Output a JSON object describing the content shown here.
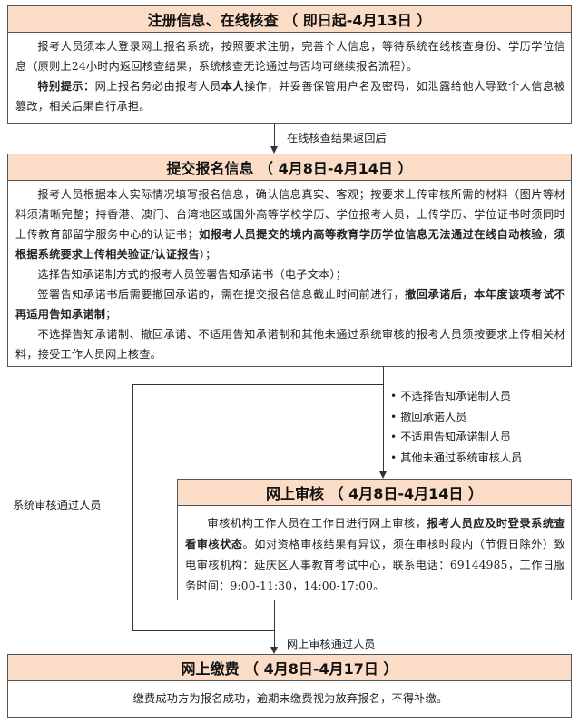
{
  "step1": {
    "title": "注册信息、在线核查 （ 即日起-4月13日 ）",
    "p1": "报考人员须本人登录网上报名系统，按照要求注册，完善个人信息，等待系统在线核查身份、学历学位信息（原则上24小时内返回核查结果，系统核查无论通过与否均可继续报名流程）。",
    "p2_bold1": "特别提示：",
    "p2_text1": "网上报名务必由报考人员",
    "p2_bold2": "本人",
    "p2_text2": "操作，并妥善保管用户名及密码，如泄露给他人导致个人信息被篡改，相关后果自行承担。"
  },
  "arrow1_label": "在线核查结果返回后",
  "step2": {
    "title": "提交报名信息 （ 4月8日-4月14日 ）",
    "p1_text": "报考人员根据本人实际情况填写报名信息，确认信息真实、客观；按要求上传审核所需的材料（图片等材料须清晰完整；持香港、澳门、台湾地区或国外高等学校学历、学位报考人员，上传学历、学位证书时须同时上传教育部留学服务中心的认证书；",
    "p1_bold": "如报考人员提交的境内高等教育学历学位信息无法通过在线自动核验，须根据系统要求上传相关验证/认证报告",
    "p1_end": "）；",
    "p2": "选择告知承诺制方式的报考人员签署告知承诺书（电子文本）；",
    "p3_text": "签署告知承诺书后需要撤回承诺的，需在提交报名信息截止时间前进行，",
    "p3_bold": "撤回承诺后，本年度该项考试不再适用告知承诺制",
    "p3_end": "；",
    "p4": "不选择告知承诺制、撤回承诺、不适用告知承诺制和其他未通过系统审核的报考人员须按要求上传相关材料，接受工作人员网上核查。"
  },
  "branch_list": [
    "不选择告知承诺制人员",
    "撤回承诺人员",
    "不适用告知承诺制人员",
    "其他未通过系统审核人员"
  ],
  "left_label": "系统审核通过人员",
  "step3": {
    "title": "网上审核 （ 4月8日-4月14日 ）",
    "p1_text": "审核机构工作人员在工作日进行网上审核，",
    "p1_bold": "报考人员应及时登录系统查看审核状态",
    "p1_end": "。如对资格审核结果有异议，须在审核时段内（节假日除外）致电审核机构：延庆区人事教育考试中心，联系电话：69144985，工作日服务时间：9:00-11:30，14:00-17:00。"
  },
  "arrow3_label": "网上审核通过人员",
  "step4": {
    "title": "网上缴费 （ 4月8日-4月17日 ）",
    "p1": "缴费成功方为报名成功，逾期未缴费视为放弃报名，不得补缴。"
  }
}
